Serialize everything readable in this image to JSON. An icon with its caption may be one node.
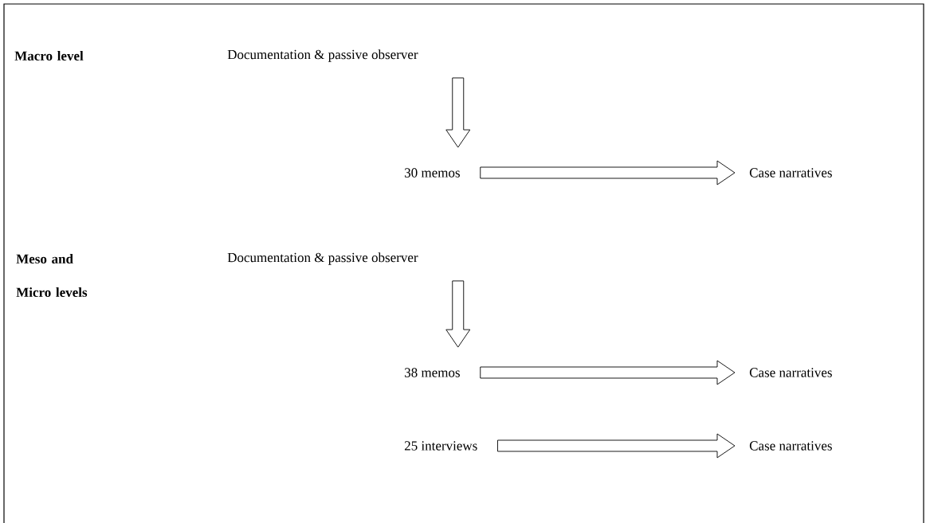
{
  "diagram": {
    "nodes": [
      {
        "text": [
          "Documentation & passive observer"
        ]
      },
      {
        "text": [
          "30 memos"
        ]
      },
      {
        "text": [
          "Case narratives"
        ]
      },
      {
        "text": [
          "Documentation & passive observer"
        ]
      },
      {
        "text": [
          "38 memos"
        ]
      },
      {
        "text": [
          "Case narratives"
        ]
      },
      {
        "text": [
          "25 interviews"
        ]
      },
      {
        "text": [
          "Case narratives"
        ]
      }
    ],
    "edges": [
      {
        "from": 0,
        "to": 1,
        "arrow": "to"
      },
      {
        "from": 1,
        "to": 2,
        "arrow": "to"
      },
      {
        "from": 3,
        "to": 4,
        "arrow": "to"
      },
      {
        "from": 4,
        "to": 5,
        "arrow": "to"
      },
      {
        "from": 6,
        "to": 7,
        "arrow": "to"
      }
    ],
    "labels": [
      "Macro level",
      "Meso and Micro levels"
    ]
  }
}
